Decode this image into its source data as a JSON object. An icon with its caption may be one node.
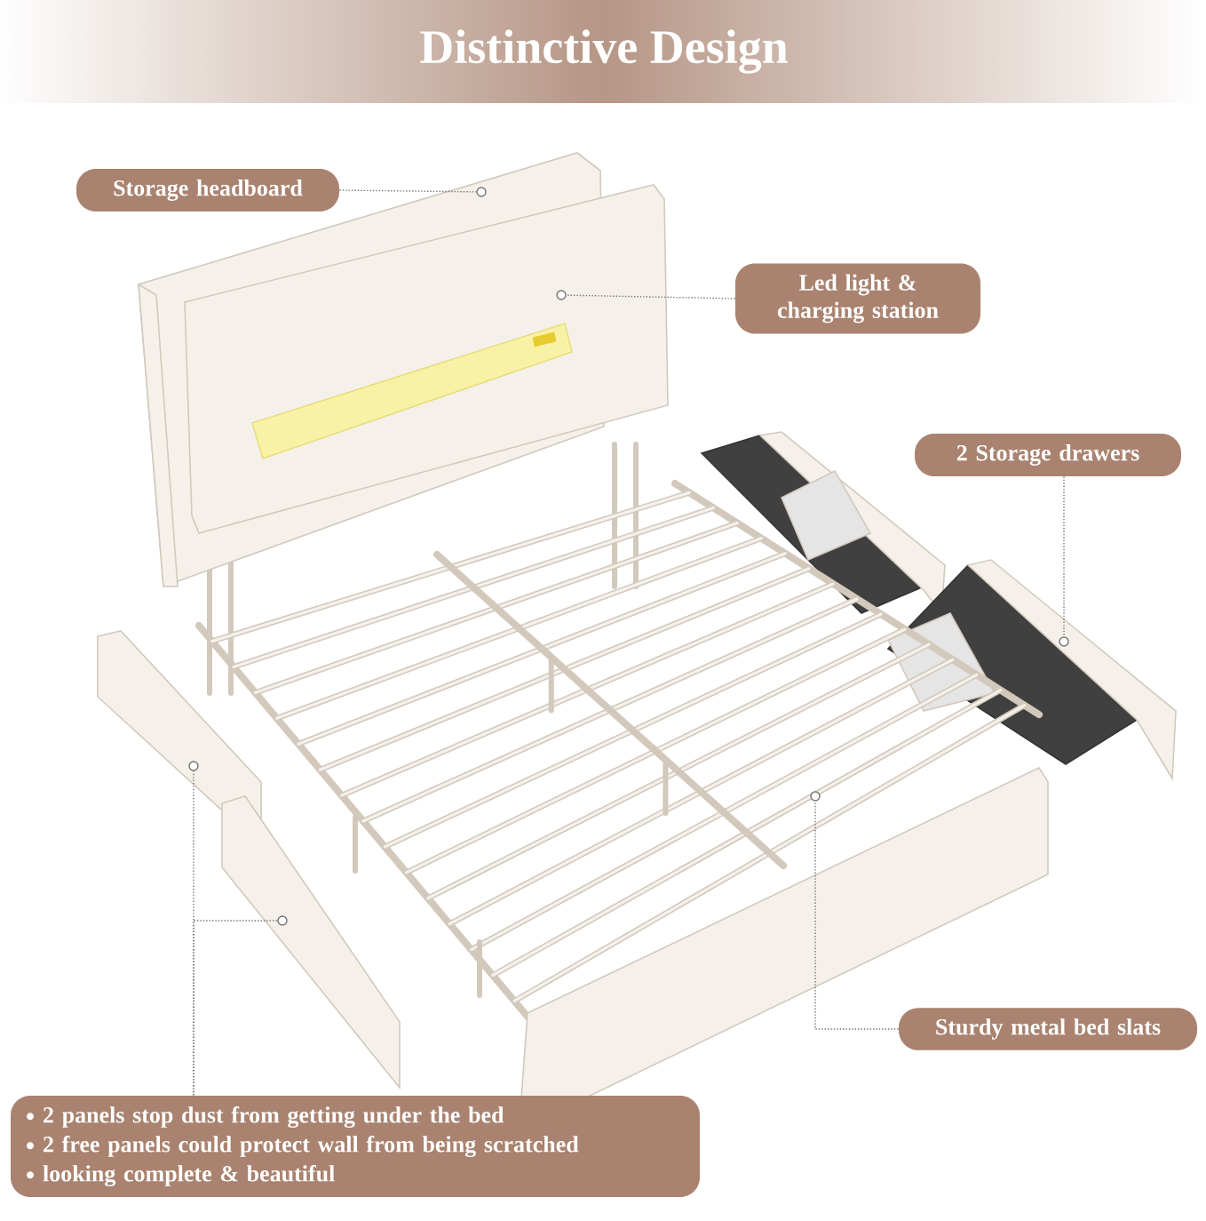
{
  "diagram": {
    "title": "Distinctive Design",
    "nodes": [
      {
        "text": [
          "Storage headboard"
        ]
      },
      {
        "text": [
          "Led light & charging station"
        ]
      },
      {
        "text": [
          "2 Storage drawers"
        ]
      },
      {
        "text": [
          "Sturdy metal bed slats"
        ]
      },
      {
        "text": [
          "2 panels stop dust from getting under the bed",
          "2 free panels could protect wall from being scratched",
          "looking complete & beautiful"
        ]
      },
      {
        "text": [],
        "shape": "circle"
      },
      {
        "text": [],
        "shape": "circle"
      },
      {
        "text": [],
        "shape": "circle"
      },
      {
        "text": [],
        "shape": "circle"
      },
      {
        "text": [],
        "shape": "circle"
      },
      {
        "text": [],
        "shape": "circle"
      }
    ],
    "edges": [
      {
        "from": 0,
        "to": 7,
        "arrow": "none"
      },
      {
        "from": 1,
        "to": 8,
        "arrow": "none"
      },
      {
        "from": 2,
        "to": 10,
        "arrow": "none"
      },
      {
        "from": 3,
        "to": 9,
        "arrow": "none"
      },
      {
        "from": 4,
        "to": 5,
        "arrow": "none"
      },
      {
        "from": 4,
        "to": 6,
        "arrow": "none"
      }
    ]
  }
}
